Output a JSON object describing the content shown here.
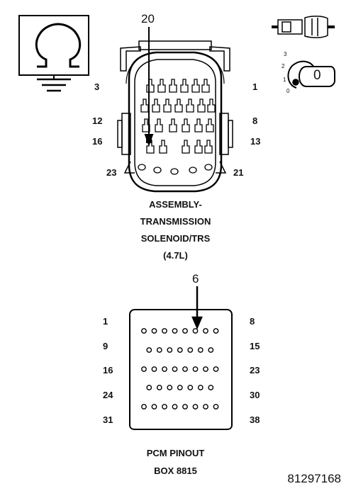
{
  "legend": {
    "ohmmeter_icon": "ohmmeter-ground-icon",
    "connector_icon": "connector-plug-icon",
    "ignition_icon": "ignition-key-icon",
    "ignition_positions": [
      "3",
      "2",
      "1",
      "0"
    ],
    "ignition_current": "0"
  },
  "connector": {
    "pointer_label": "20",
    "pin_labels": {
      "p3": "3",
      "p1": "1",
      "p12": "12",
      "p8": "8",
      "p16": "16",
      "p13": "13",
      "p23": "23",
      "p21": "21"
    },
    "caption": [
      "ASSEMBLY-",
      "TRANSMISSION",
      "SOLENOID/TRS",
      "(4.7L)"
    ]
  },
  "pcm": {
    "pointer_label": "6",
    "row_left_labels": [
      "1",
      "9",
      "16",
      "24",
      "31"
    ],
    "row_right_labels": [
      "8",
      "15",
      "23",
      "30",
      "38"
    ],
    "row_pin_counts": [
      8,
      7,
      8,
      7,
      8
    ],
    "highlighted_pin": 6,
    "caption": [
      "PCM PINOUT",
      "BOX 8815"
    ]
  },
  "figure_number": "81297168"
}
